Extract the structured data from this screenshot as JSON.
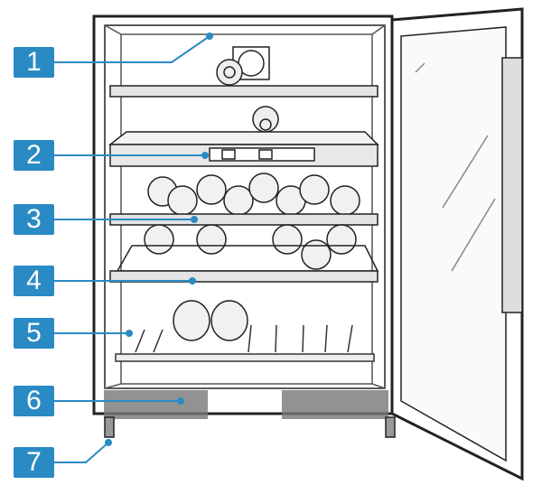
{
  "accent_color": "#2a8ac4",
  "callouts": [
    {
      "number": "1"
    },
    {
      "number": "2"
    },
    {
      "number": "3"
    },
    {
      "number": "4"
    },
    {
      "number": "5"
    },
    {
      "number": "6"
    },
    {
      "number": "7"
    }
  ]
}
